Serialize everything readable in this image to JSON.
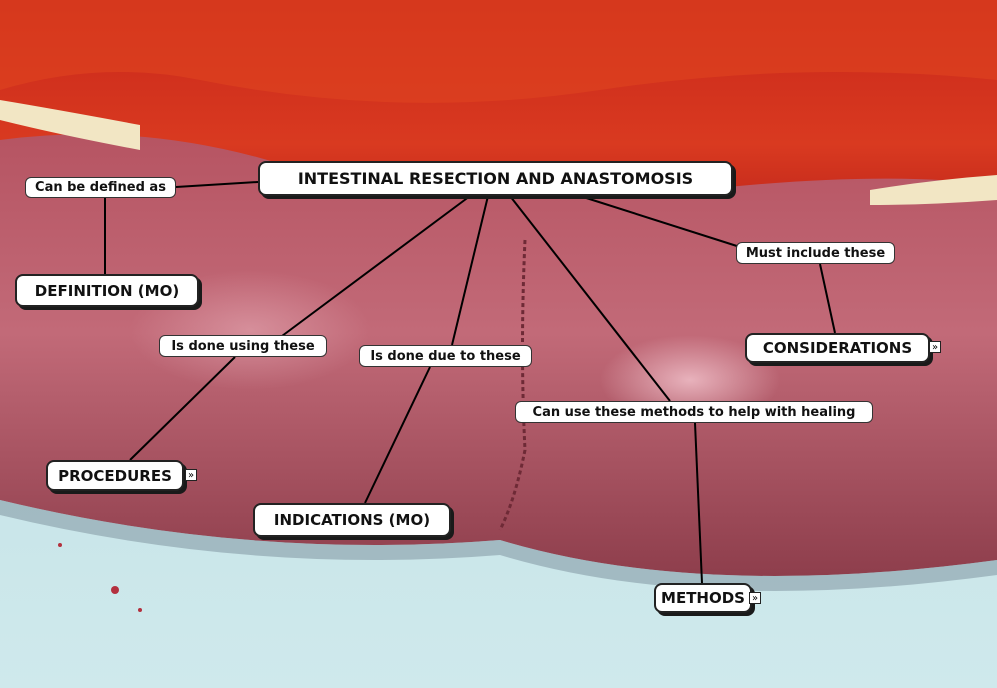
{
  "map": {
    "main": "INTESTINAL RESECTION AND ANASTOMOSIS",
    "links": {
      "defined": "Can be defined as",
      "must": "Must include these",
      "using": "Is done using these",
      "due": "Is done due to these",
      "healing": "Can use these methods to help with healing"
    },
    "concepts": {
      "definition": "DEFINITION (MO)",
      "considerations": "CONSIDERATIONS",
      "procedures": "PROCEDURES",
      "indications": "INDICATIONS (MO)",
      "methods": "METHODS"
    },
    "expand_glyph": "»"
  }
}
